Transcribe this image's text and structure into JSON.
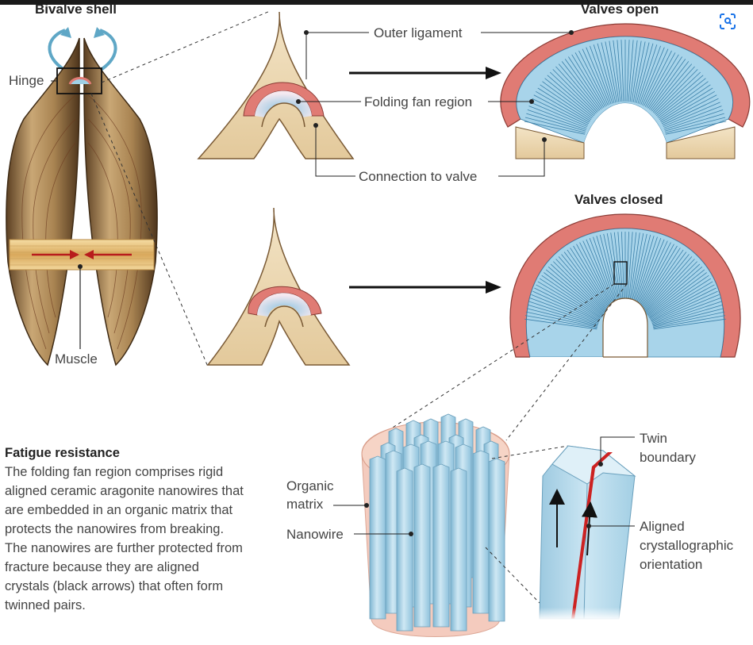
{
  "labels": {
    "bivalve_shell": "Bivalve shell",
    "hinge": "Hinge",
    "muscle": "Muscle",
    "outer_ligament": "Outer ligament",
    "folding_fan_region": "Folding fan region",
    "connection_to_valve": "Connection to valve",
    "valves_open": "Valves open",
    "valves_closed": "Valves closed",
    "organic_matrix_1": "Organic",
    "organic_matrix_2": "matrix",
    "nanowire": "Nanowire",
    "twin_boundary_1": "Twin",
    "twin_boundary_2": "boundary",
    "aligned_1": "Aligned",
    "aligned_2": "crystallographic",
    "aligned_3": "orientation"
  },
  "fatigue": {
    "title": "Fatigue resistance",
    "body": "The folding fan region comprises rigid aligned ceramic aragonite nanowires that are embedded in an organic matrix that protects the nanowires from breaking. The nanowires are further protected from fracture because they are aligned crystals (black arrows) that often form twinned pairs."
  },
  "colors": {
    "ligament": "#e07b74",
    "fan": "#9fd0e6",
    "fan_line": "#3a7fa8",
    "shell_tan": "#e9d3ad",
    "shell_dark": "#7a5a35",
    "muscle": "#e6c57f",
    "nanowire": "#a8d4ea",
    "matrix": "#f3c3b3",
    "twin": "#cc2222",
    "hinge_arrow": "#5fa7c6"
  },
  "icons": {
    "scan": "scan-icon"
  }
}
